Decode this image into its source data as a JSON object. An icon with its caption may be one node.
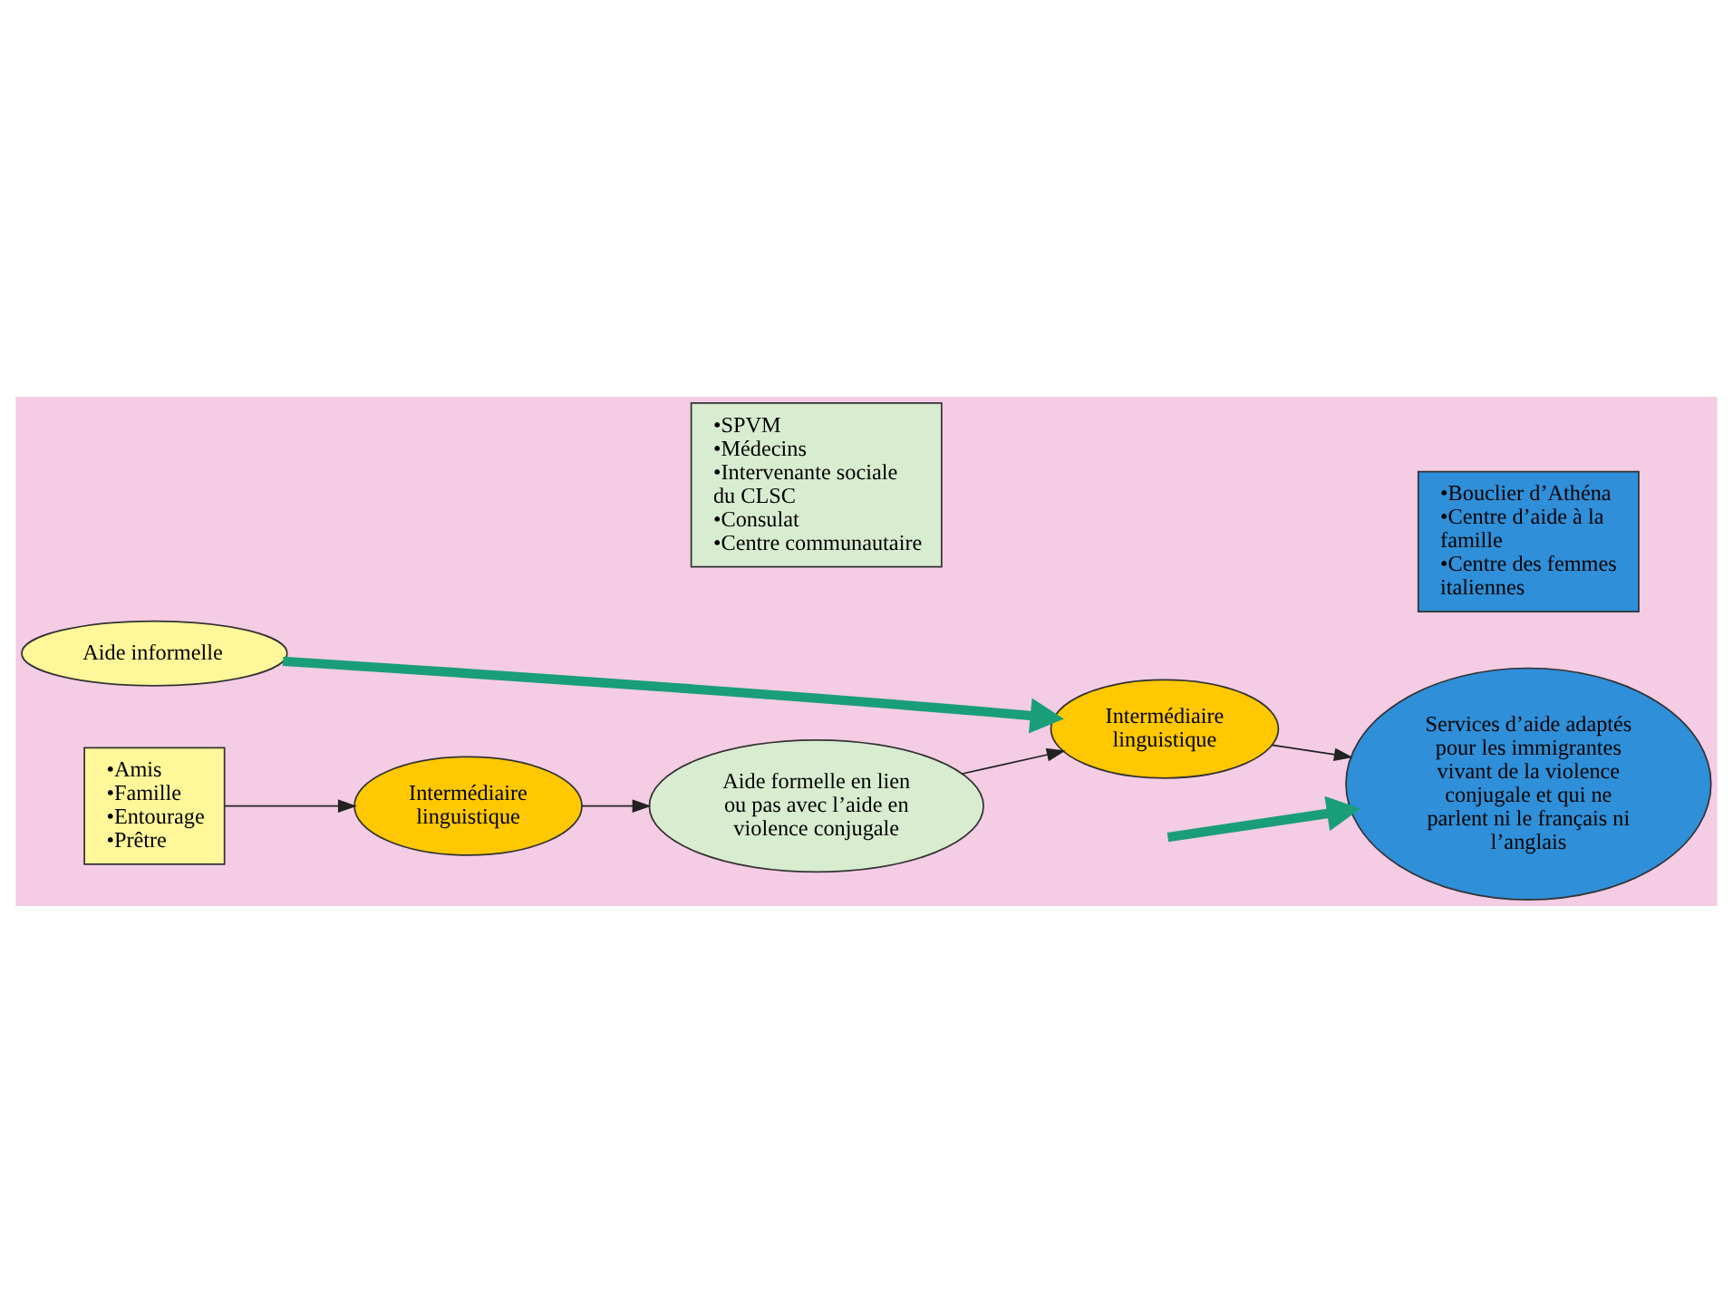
{
  "diagram": {
    "nodes": [
      {
        "text": [
          "Aide informelle"
        ]
      },
      {
        "text": [
          "•Amis",
          "•Famille",
          "•Entourage",
          "•Prêtre"
        ]
      },
      {
        "text": [
          "Intermédiaire linguistique"
        ]
      },
      {
        "text": [
          "Aide formelle en lien ou pas avec l’aide en violence conjugale"
        ]
      },
      {
        "text": [
          "Intermédiaire linguistique"
        ]
      },
      {
        "text": [
          "•SPVM",
          "•Médecins",
          "•Intervenante sociale du CLSC",
          "•Consulat",
          "•Centre communautaire"
        ]
      },
      {
        "text": [
          "Services d’aide adaptés pour les immigrantes vivant de la violence conjugale et qui ne parlent ni le français ni l’anglais"
        ]
      },
      {
        "text": [
          "•Bouclier d’Athéna",
          "•Centre d’aide à la famille",
          "•Centre des femmes italiennes"
        ]
      }
    ],
    "edges": [
      {
        "from": 0,
        "to": 4,
        "arrow": "to",
        "style": "thick",
        "color": "#1a9e7a"
      },
      {
        "from": 1,
        "to": 2,
        "arrow": "to"
      },
      {
        "from": 2,
        "to": 3,
        "arrow": "to"
      },
      {
        "from": 3,
        "to": 4,
        "arrow": "to"
      },
      {
        "from": 4,
        "to": 6,
        "arrow": "to"
      },
      {
        "from": null,
        "to": 6,
        "arrow": "to",
        "style": "thick",
        "color": "#1a9e7a"
      }
    ]
  }
}
